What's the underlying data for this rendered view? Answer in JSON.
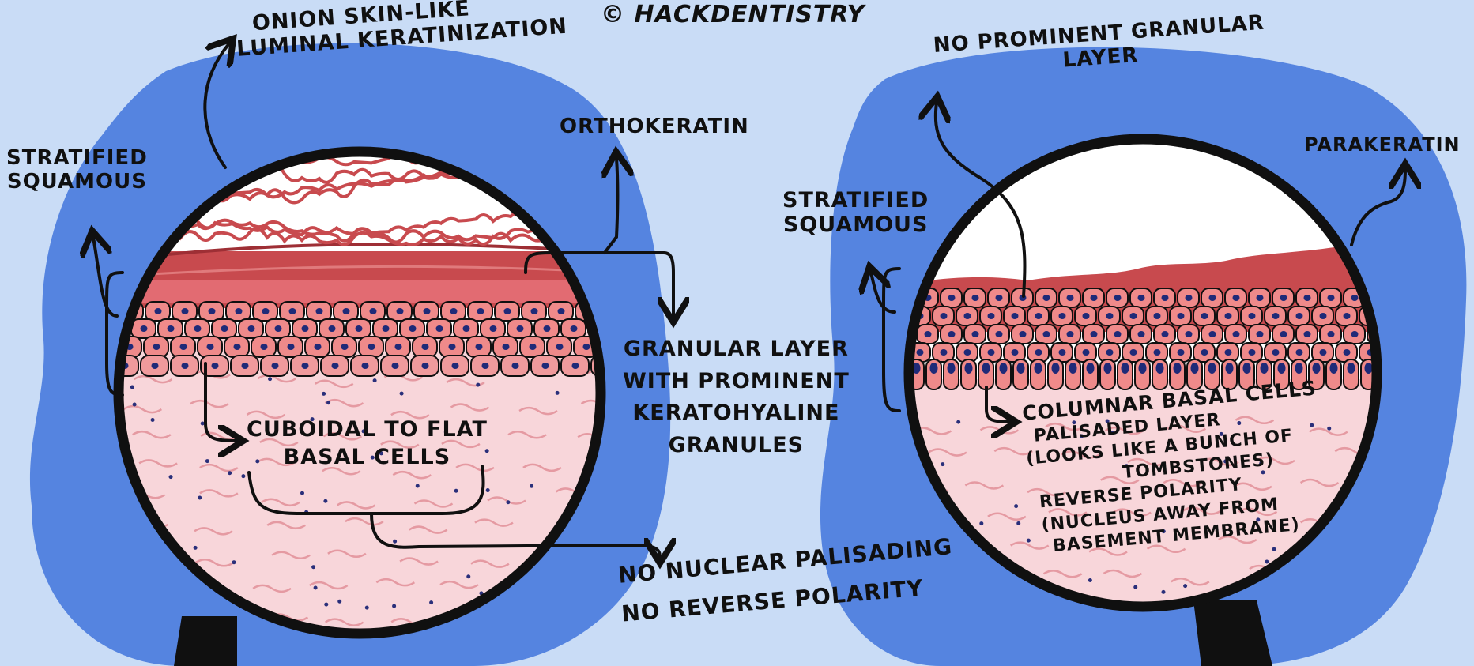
{
  "copyright": "© HACKDENTISTRY",
  "left_panel": {
    "onion_skin": [
      "ONION SKIN-LIKE",
      "LUMINAL KERATINIZATION"
    ],
    "orthokeratin": "ORTHOKERATIN",
    "stratified_squamous": [
      "STRATIFIED",
      "SQUAMOUS"
    ],
    "granular_layer": [
      "GRANULAR LAYER",
      "WITH PROMINENT",
      "KERATOHYALINE",
      "GRANULES"
    ],
    "basal_cells": [
      "CUBOIDAL TO FLAT",
      "BASAL CELLS"
    ],
    "no_palisading": [
      "No NUCLEAR PALISADING",
      "No REVERSE POLARITY"
    ]
  },
  "right_panel": {
    "no_granular": [
      "No PROMINENT GRANULAR",
      "LAYER"
    ],
    "parakeratin": "PARAKERATIN",
    "stratified_squamous": [
      "STRATIFIED",
      "SQUAMOUS"
    ],
    "basal_notes": [
      "COLUMNAR BASAL CELLS",
      "PALISADED LAYER",
      "(LOOKS LIKE A BUNCH OF",
      "TOMBSTONES)",
      "REVERSE POLARITY",
      "(NUCLEUS AWAY FROM",
      "BASEMENT MEMBRANE)"
    ]
  },
  "colors": {
    "background": "#c9dcf6",
    "blob": "#5584e0",
    "tissue": "#f8d6da",
    "keratin": "#c84a4e",
    "cells": "#ef8a8a",
    "nuclei": "#1f2a78",
    "outline": "#101010"
  }
}
